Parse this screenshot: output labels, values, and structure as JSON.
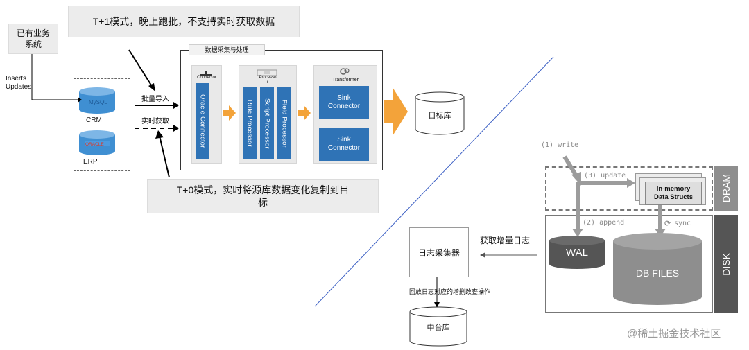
{
  "legacy_system": "已有业务\n系统",
  "inserts_updates": "Inserts\nUpdates",
  "note_t1": "T+1模式，晚上跑批，不支持实时获取数据",
  "note_t0": "T+0模式，实时将源库数据变化复制到目\n标",
  "sources": {
    "crm_label": "CRM",
    "erp_label": "ERP",
    "mysql_logo": "MySQL",
    "oracle_logo": "ORACLE"
  },
  "arrows": {
    "batch_import": "批量导入",
    "realtime": "实时获取"
  },
  "pipeline": {
    "title": "数据采集与处理",
    "connector_head": "Connector",
    "processor_head": "Processo\nr",
    "transformer_head": "Transformer",
    "oracle_connector": "Oracle Connector",
    "rule_processor": "Rule Processor",
    "script_processor": "Script Processor",
    "field_processor": "Field Processor",
    "sink1": "Sink\nConnector",
    "sink2": "Sink\nConnector"
  },
  "target_db": "目标库",
  "storage": {
    "write": "(1) write",
    "update": "(3) update",
    "append": "(2) append",
    "sync": "sync",
    "inmemory": "In-memory\nData Structs",
    "wal": "WAL",
    "dbfiles": "DB FILES",
    "dram": "DRAM",
    "disk": "DISK"
  },
  "log_flow": {
    "get_log": "获取增量日志",
    "collector": "日志采集器",
    "replay": "回放日志对应的增删改查操作",
    "middle_db": "中台库"
  },
  "watermark": "@稀土掘金技术社区",
  "colors": {
    "blue": "#2f73b6",
    "orange": "#f3a33a",
    "dark_gray": "#555555",
    "mid_gray": "#8e8e8e"
  }
}
